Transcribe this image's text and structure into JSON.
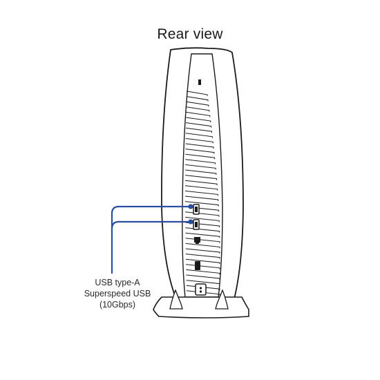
{
  "title": "Rear view",
  "callout": {
    "line1": "USB type-A",
    "line2": "Superspeed USB",
    "line3": "(10Gbps)"
  },
  "colors": {
    "callout_line": "#2b4fa0",
    "outline": "#1a1a1a",
    "background": "#ffffff"
  },
  "parts": [
    "console-body",
    "vent-grille",
    "usb-a-port-upper",
    "usb-a-port-lower",
    "lan-port",
    "hdmi-port",
    "power-port",
    "stand"
  ]
}
